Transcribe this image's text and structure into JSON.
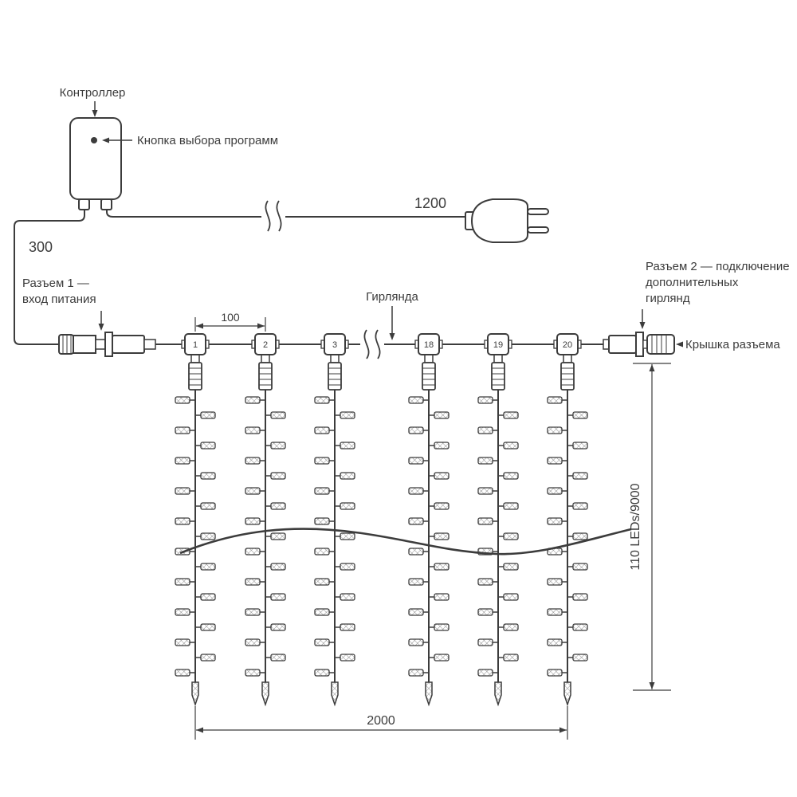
{
  "labels": {
    "controller": "Контроллер",
    "program_button": "Кнопка выбора программ",
    "power_cable_length": "1200",
    "input_cable_length": "300",
    "connector1": [
      "Разъем 1 —",
      "вход питания"
    ],
    "garland": "Гирлянда",
    "led_spacing": "100",
    "connector2": [
      "Разъем 2 — подключение",
      "дополнительных",
      "гирлянд"
    ],
    "connector_cap": "Крышка разъема",
    "curtain_height": "110 LEDs/9000",
    "curtain_width": "2000"
  },
  "junctions": {
    "numbers": [
      "1",
      "2",
      "3",
      "18",
      "19",
      "20"
    ]
  },
  "colors": {
    "line": "#3c3c3c",
    "background": "#ffffff",
    "hatch": "#8f8f8f"
  }
}
